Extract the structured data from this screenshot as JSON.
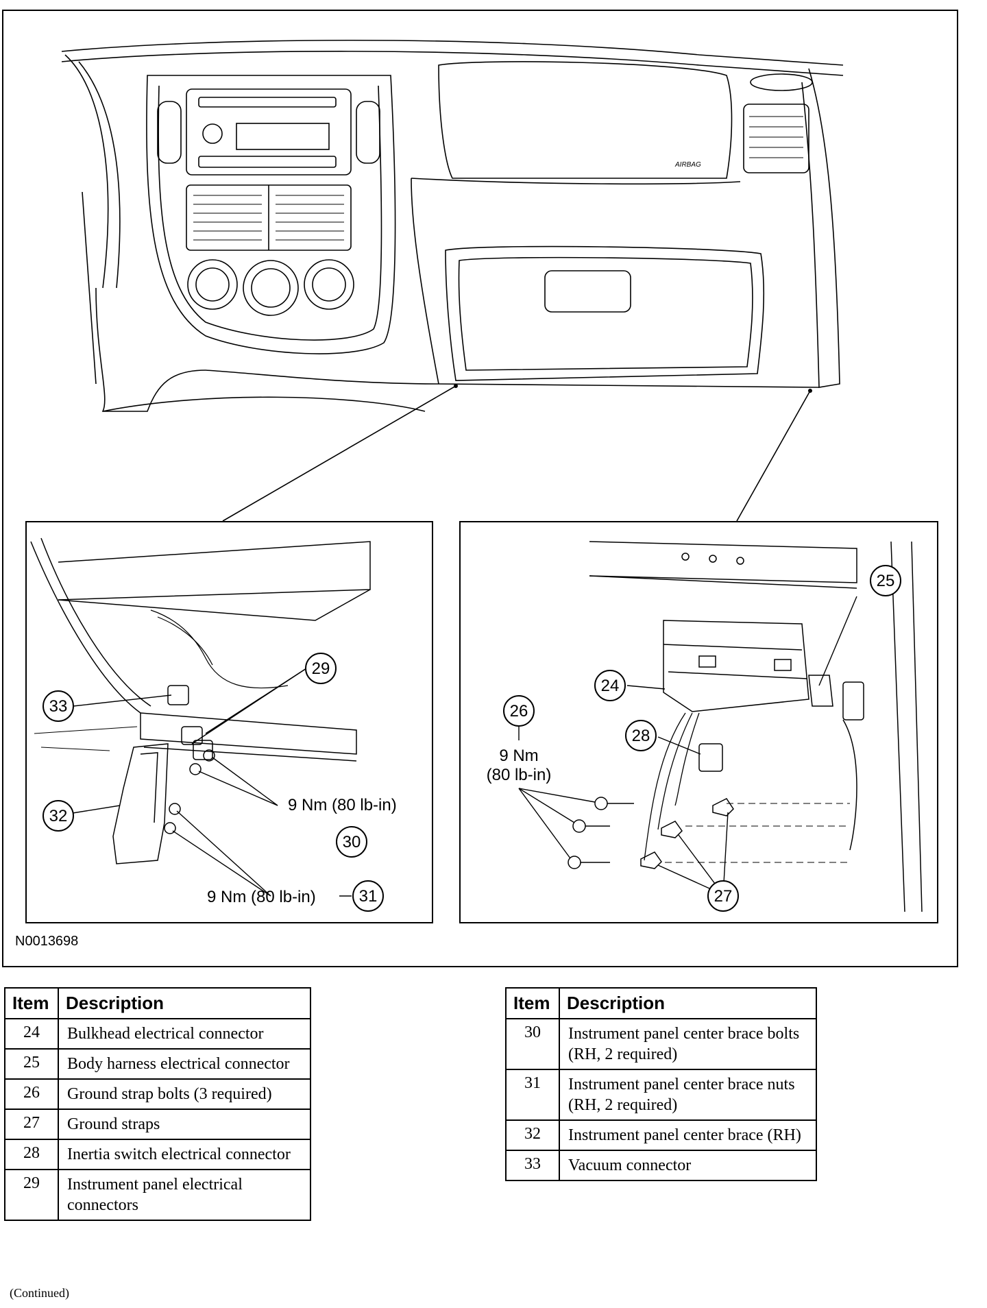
{
  "figure": {
    "id": "N0013698",
    "callouts": {
      "c24": "24",
      "c25": "25",
      "c26": "26",
      "c27": "27",
      "c28": "28",
      "c29": "29",
      "c30": "30",
      "c31": "31",
      "c32": "32",
      "c33": "33"
    },
    "torque": {
      "left_upper": "9 Nm (80 lb-in)",
      "left_lower": "9 Nm (80 lb-in)",
      "right_nm": "9 Nm",
      "right_lbin": "(80 lb-in)"
    },
    "airbag_label": "AIRBAG"
  },
  "legend_headers": {
    "item": "Item",
    "description": "Description"
  },
  "legend_left": [
    {
      "item": "24",
      "description": "Bulkhead electrical connector"
    },
    {
      "item": "25",
      "description": "Body harness electrical connector"
    },
    {
      "item": "26",
      "description": "Ground strap bolts (3 required)"
    },
    {
      "item": "27",
      "description": "Ground straps"
    },
    {
      "item": "28",
      "description": "Inertia switch electrical connector"
    },
    {
      "item": "29",
      "description": "Instrument panel electrical connectors"
    }
  ],
  "legend_right": [
    {
      "item": "30",
      "description": "Instrument panel center brace bolts (RH, 2 required)"
    },
    {
      "item": "31",
      "description": "Instrument panel center brace nuts (RH, 2 required)"
    },
    {
      "item": "32",
      "description": "Instrument panel center brace (RH)"
    },
    {
      "item": "33",
      "description": "Vacuum connector"
    }
  ],
  "footer": "(Continued)"
}
